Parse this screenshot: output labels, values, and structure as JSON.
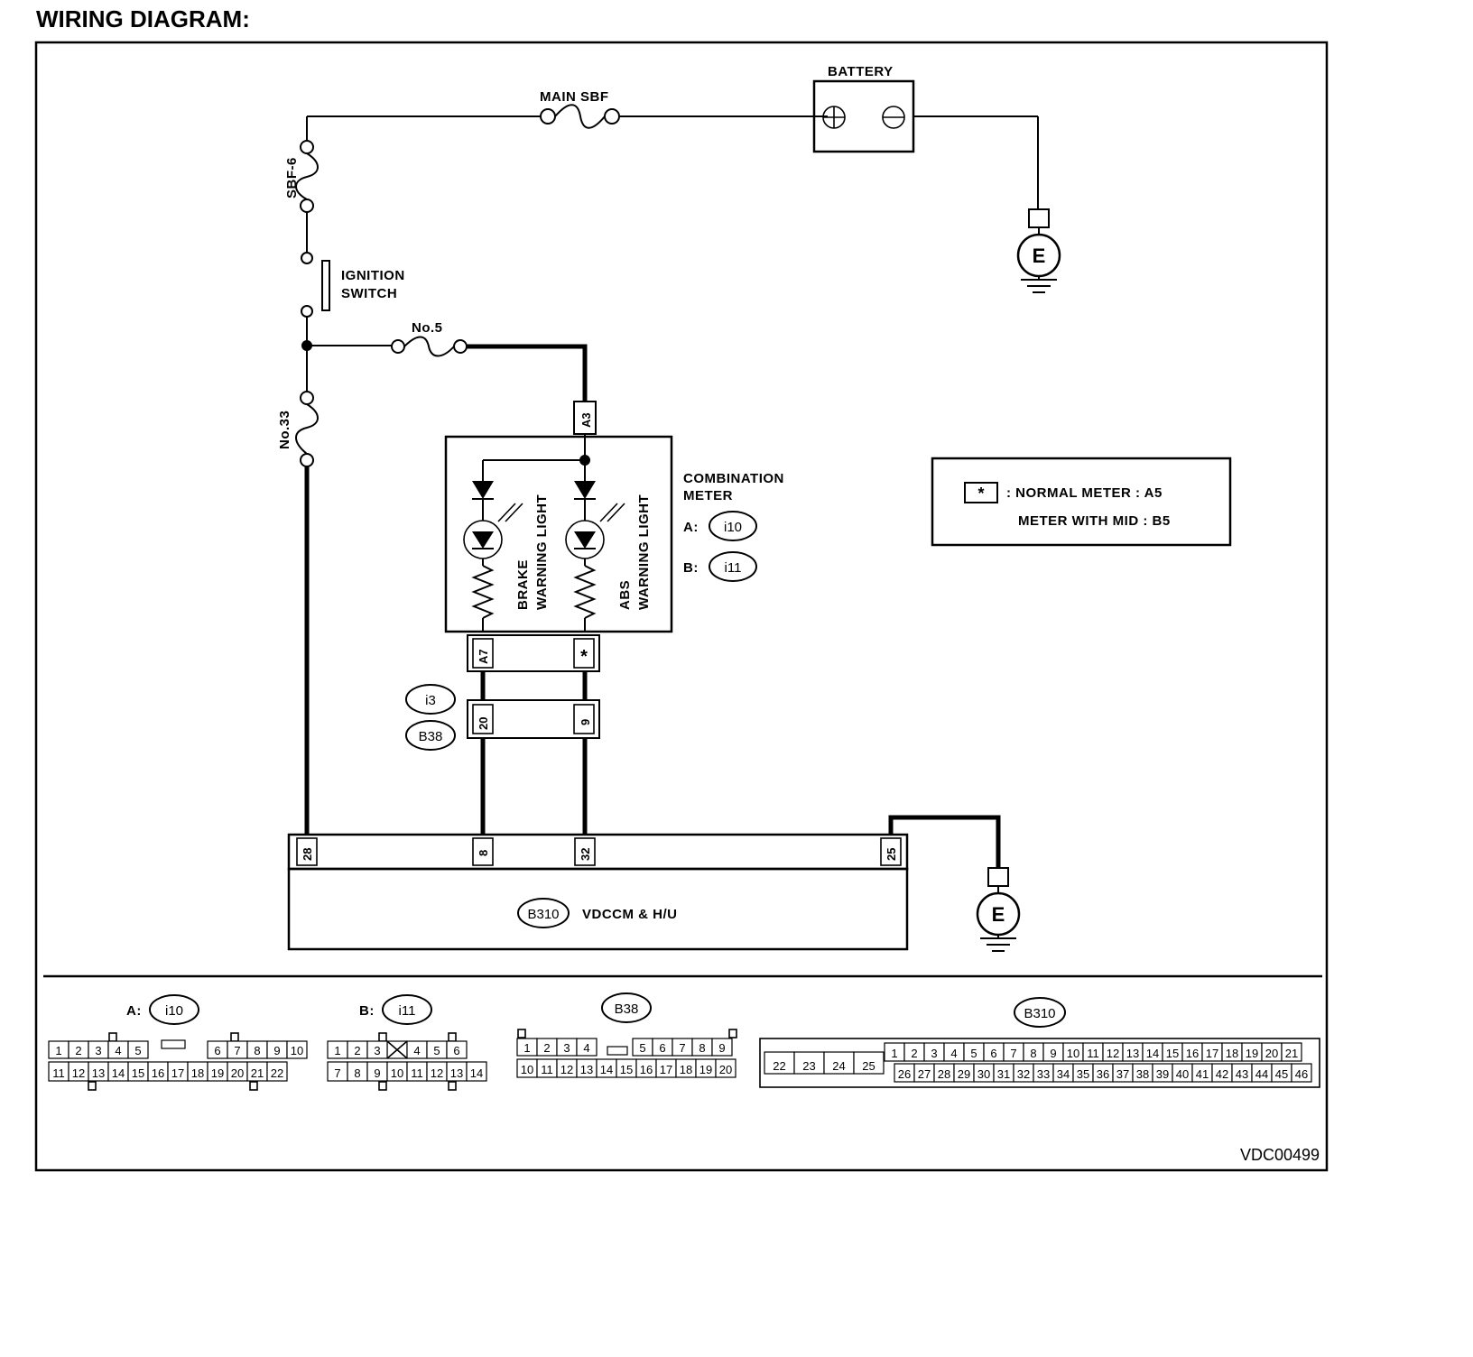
{
  "heading": "WIRING DIAGRAM:",
  "battery": "BATTERY",
  "main_sbf": "MAIN SBF",
  "sbf6": "SBF-6",
  "ignition_switch": [
    "IGNITION",
    "SWITCH"
  ],
  "fuse_no5": "No.5",
  "fuse_no33": "No.33",
  "ground_symbol": "E",
  "combination_meter": {
    "title": [
      "COMBINATION",
      "METER"
    ],
    "conn_a_prefix": "A:",
    "conn_a": "i10",
    "conn_b_prefix": "B:",
    "conn_b": "i11",
    "brake_light": [
      "BRAKE",
      "WARNING LIGHT"
    ],
    "abs_light": [
      "ABS",
      "WARNING LIGHT"
    ],
    "pin_top": "A3",
    "pin_left": "A7",
    "pin_right": "*"
  },
  "legend": {
    "symbol": "*",
    "line1": ": NORMAL METER   : A5",
    "line2": "METER WITH MID : B5"
  },
  "joint": {
    "conn1": "i3",
    "conn2": "B38",
    "pin_left": "20",
    "pin_right": "9"
  },
  "vdccm": {
    "connector": "B310",
    "name": "VDCCM & H/U",
    "pins": [
      "28",
      "8",
      "32",
      "25"
    ]
  },
  "connector_views": {
    "i10": {
      "prefix": "A:",
      "name": "i10",
      "row1": [
        "1",
        "2",
        "3",
        "4",
        "5",
        "",
        "6",
        "7",
        "8",
        "9",
        "10"
      ],
      "row2": [
        "11",
        "12",
        "13",
        "14",
        "15",
        "16",
        "17",
        "18",
        "19",
        "20",
        "21",
        "22"
      ]
    },
    "i11": {
      "prefix": "B:",
      "name": "i11",
      "row1": [
        "1",
        "2",
        "3",
        "",
        "4",
        "5",
        "6"
      ],
      "row2": [
        "7",
        "8",
        "9",
        "10",
        "11",
        "12",
        "13",
        "14"
      ]
    },
    "B38": {
      "name": "B38",
      "row1": [
        "1",
        "2",
        "3",
        "4",
        "",
        "5",
        "6",
        "7",
        "8",
        "9"
      ],
      "row2": [
        "10",
        "11",
        "12",
        "13",
        "14",
        "15",
        "16",
        "17",
        "18",
        "19",
        "20"
      ]
    },
    "B310": {
      "name": "B310",
      "left": [
        "22",
        "23",
        "24",
        "25"
      ],
      "row1": [
        "1",
        "2",
        "3",
        "4",
        "5",
        "6",
        "7",
        "8",
        "9",
        "10",
        "11",
        "12",
        "13",
        "14",
        "15",
        "16",
        "17",
        "18",
        "19",
        "20",
        "21"
      ],
      "row2": [
        "26",
        "27",
        "28",
        "29",
        "30",
        "31",
        "32",
        "33",
        "34",
        "35",
        "36",
        "37",
        "38",
        "39",
        "40",
        "41",
        "42",
        "43",
        "44",
        "45",
        "46"
      ]
    }
  },
  "doc_code": "VDC00499"
}
